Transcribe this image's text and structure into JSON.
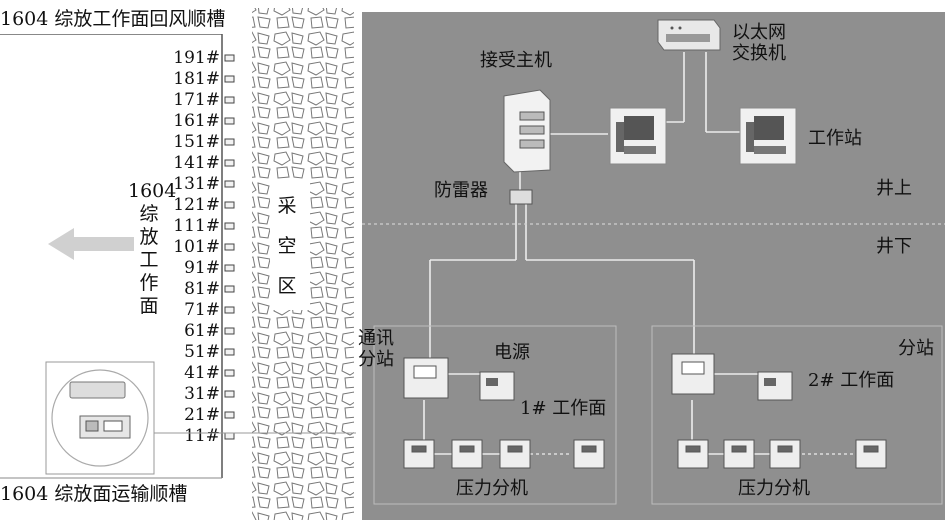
{
  "left_panel": {
    "top_label": "1604 综放工作面回风顺槽",
    "bottom_label": "1604 综放面运输顺槽",
    "face_number": "1604",
    "face_chars": [
      "综",
      "放",
      "工",
      "作",
      "面"
    ],
    "goaf_chars": [
      "采",
      "空",
      "区"
    ],
    "supports": [
      "191#",
      "181#",
      "171#",
      "161#",
      "151#",
      "141#",
      "131#",
      "121#",
      "111#",
      "101#",
      "91#",
      "81#",
      "71#",
      "61#",
      "51#",
      "41#",
      "31#",
      "21#",
      "11#"
    ]
  },
  "right_panel": {
    "host_label": "接受主机",
    "switch_label_1": "以太网",
    "switch_label_2": "交换机",
    "workstation_label": "工作站",
    "arrester_label": "防雷器",
    "above_ground": "井上",
    "underground": "井下",
    "comm_station_1": "通讯",
    "comm_station_2": "分站",
    "power_label": "电源",
    "face1_label": "1# 工作面",
    "substation_label": "分站",
    "face2_label": "2# 工作面",
    "pressure_label_1": "压力分机",
    "pressure_label_2": "压力分机"
  },
  "colors": {
    "panel_bg": "#8f8f8f",
    "line": "#e8e8e8",
    "device": "#e6e6e6"
  }
}
